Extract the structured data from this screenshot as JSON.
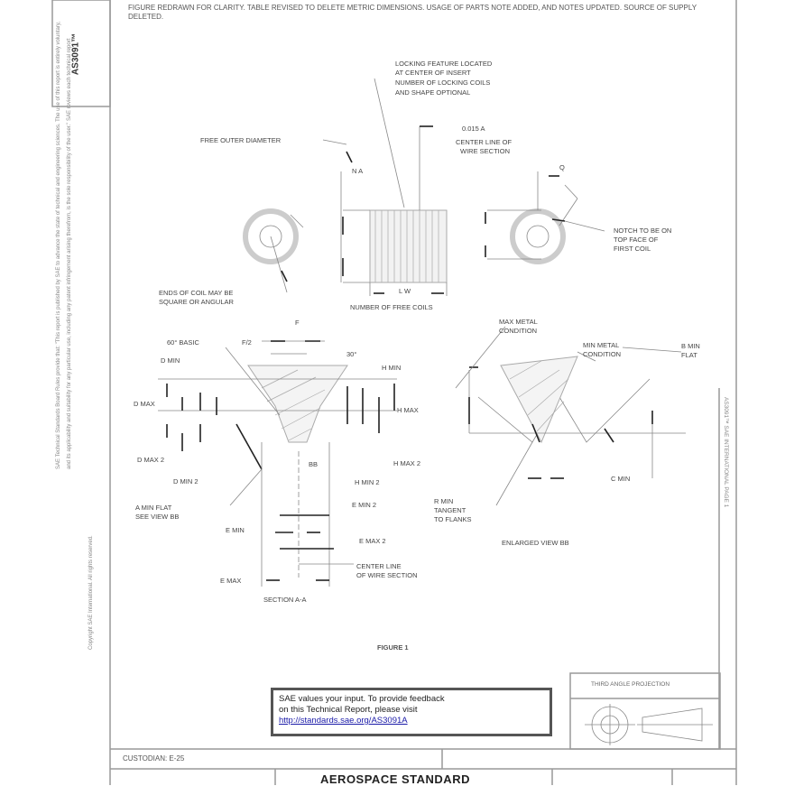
{
  "document": {
    "doc_number": "AS3091™",
    "revision_note": "FIGURE REDRAWN FOR CLARITY. TABLE REVISED TO DELETE METRIC DIMENSIONS. USAGE OF PARTS NOTE ADDED, AND NOTES UPDATED. SOURCE OF SUPPLY DELETED.",
    "left_margin_lines": [
      "SAE Technical Standards Board Rules provide that: \"This report is published by SAE to advance the state of technical and engineering sciences. The use of this report is entirely voluntary,",
      "and its applicability and suitability for any particular use, including any patent infringement arising therefrom, is the sole responsibility of the user.\" SAE reviews each technical report",
      "Copyright SAE International. All rights reserved."
    ],
    "right_margin_text": "AS3091™  SAE INTERNATIONAL  PAGE 1"
  },
  "figure": {
    "caption": "FIGURE 1",
    "labels": [
      "LOCKING FEATURE LOCATED",
      "AT CENTER OF INSERT",
      "NUMBER OF LOCKING COILS",
      "AND SHAPE OPTIONAL",
      "FREE OUTER DIAMETER",
      "0.015  A",
      "CENTER LINE OF",
      "WIRE SECTION",
      "N  A",
      "Q",
      "NOTCH TO BE ON",
      "TOP FACE OF",
      "FIRST COIL",
      "ENDS OF COIL MAY BE",
      "SQUARE OR ANGULAR",
      "NUMBER OF FREE COILS",
      "L W",
      "F",
      "F/2",
      "60° BASIC",
      "30°",
      "D MIN",
      "H MIN",
      "D MAX",
      "H MAX",
      "D MAX\n2",
      "D MIN\n2",
      "H MIN\n2",
      "H MAX\n2",
      "A MIN FLAT",
      "SEE VIEW BB",
      "BB",
      "E MIN",
      "E MAX",
      "E MIN\n2",
      "E MAX\n2",
      "CENTER LINE",
      "OF WIRE SECTION",
      "SECTION A-A",
      "MAX METAL",
      "CONDITION",
      "MIN METAL",
      "CONDITION",
      "B MIN",
      "FLAT",
      "R MIN",
      "TANGENT",
      "TO FLANKS",
      "C MIN",
      "ENLARGED VIEW BB"
    ]
  },
  "feedback": {
    "line1": "SAE values your input. To provide feedback",
    "line2": "on this Technical Report, please visit",
    "link": "http://standards.sae.org/AS3091A"
  },
  "title_block": {
    "projection": "THIRD ANGLE PROJECTION",
    "custodian": "CUSTODIAN: E-25",
    "standard": "AEROSPACE STANDARD"
  }
}
